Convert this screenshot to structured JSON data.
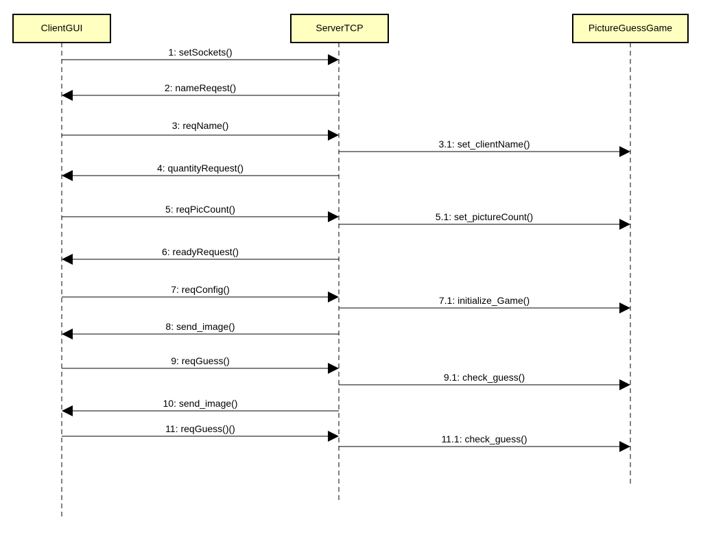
{
  "lifelines": [
    {
      "id": "client",
      "label": "ClientGUI"
    },
    {
      "id": "server",
      "label": "ServerTCP"
    },
    {
      "id": "game",
      "label": "PictureGuessGame"
    }
  ],
  "messages": [
    {
      "label": "1: setSockets()",
      "from": "client",
      "to": "server"
    },
    {
      "label": "2: nameReqest()",
      "from": "server",
      "to": "client"
    },
    {
      "label": "3: reqName()",
      "from": "client",
      "to": "server"
    },
    {
      "label": "3.1: set_clientName()",
      "from": "server",
      "to": "game"
    },
    {
      "label": "4: quantityRequest()",
      "from": "server",
      "to": "client"
    },
    {
      "label": "5: reqPicCount()",
      "from": "client",
      "to": "server"
    },
    {
      "label": "5.1: set_pictureCount()",
      "from": "server",
      "to": "game"
    },
    {
      "label": "6: readyRequest()",
      "from": "server",
      "to": "client"
    },
    {
      "label": "7: reqConfig()",
      "from": "client",
      "to": "server"
    },
    {
      "label": "7.1: initialize_Game()",
      "from": "server",
      "to": "game"
    },
    {
      "label": "8: send_image()",
      "from": "server",
      "to": "client"
    },
    {
      "label": "9: reqGuess()",
      "from": "client",
      "to": "server"
    },
    {
      "label": "9.1: check_guess()",
      "from": "server",
      "to": "game"
    },
    {
      "label": "10: send_image()",
      "from": "server",
      "to": "client"
    },
    {
      "label": "11: reqGuess()()",
      "from": "client",
      "to": "server"
    },
    {
      "label": "11.1: check_guess()",
      "from": "server",
      "to": "game"
    }
  ]
}
